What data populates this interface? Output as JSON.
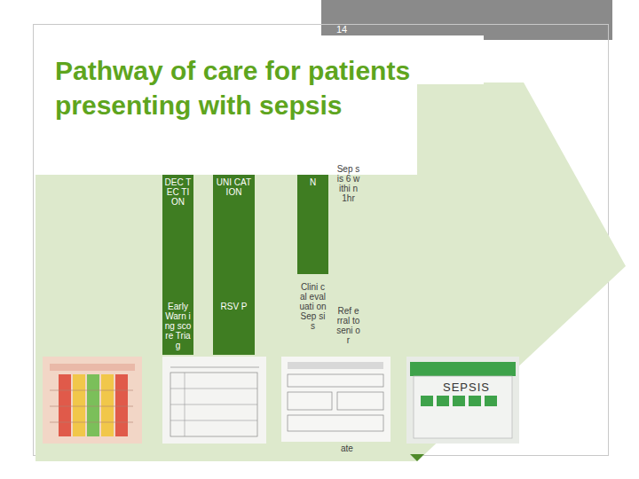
{
  "diagram": {
    "title": "Pathway of care for patients presenting with sepsis",
    "nodes": [
      {
        "text": [
          "DEC TEC TION",
          "Early Warn ing score Triag"
        ]
      },
      {
        "text": [
          "UNI CAT ION",
          "RSV P"
        ]
      },
      {
        "text": [
          "N",
          "Clini cal eval uati on Sep sis"
        ]
      },
      {
        "text": [
          "Sep sis 6 withi n 1hr",
          "Ref erral to seni or"
        ]
      }
    ],
    "labels": [
      "14",
      "ate",
      "SEPSIS"
    ]
  }
}
